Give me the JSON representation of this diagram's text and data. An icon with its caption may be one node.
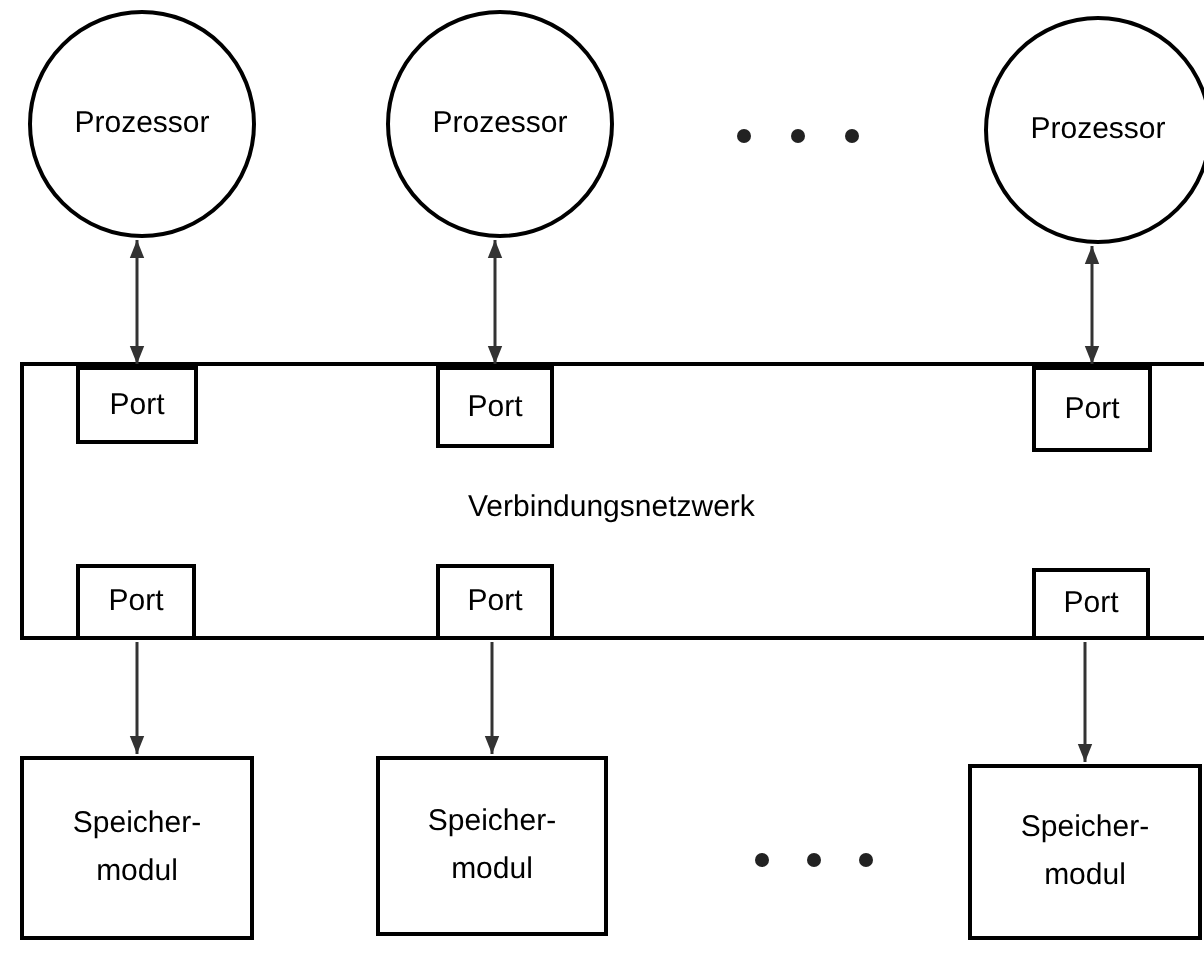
{
  "diagram": {
    "nodes": [
      {
        "text": [
          "Verbindungsnetzwerk"
        ]
      },
      {
        "text": [
          "Prozessor"
        ]
      },
      {
        "text": [
          "Prozessor"
        ]
      },
      {
        "text": [
          "Prozessor"
        ]
      },
      {
        "text": [
          "Port"
        ],
        "in": 0
      },
      {
        "text": [
          "Port"
        ],
        "in": 0
      },
      {
        "text": [
          "Port"
        ],
        "in": 0
      },
      {
        "text": [
          "Port"
        ],
        "in": 0
      },
      {
        "text": [
          "Port"
        ],
        "in": 0
      },
      {
        "text": [
          "Port"
        ],
        "in": 0
      },
      {
        "text": [
          "Speicher- modul"
        ]
      },
      {
        "text": [
          "Speicher- modul"
        ]
      },
      {
        "text": [
          "Speicher- modul"
        ]
      }
    ],
    "edges": [
      {
        "from": 1,
        "to": 4,
        "arrow": "both"
      },
      {
        "from": 2,
        "to": 5,
        "arrow": "both"
      },
      {
        "from": 3,
        "to": 6,
        "arrow": "both"
      },
      {
        "from": 7,
        "to": 10,
        "arrow": "to"
      },
      {
        "from": 8,
        "to": 11,
        "arrow": "to"
      },
      {
        "from": 9,
        "to": 12,
        "arrow": "to"
      }
    ]
  }
}
